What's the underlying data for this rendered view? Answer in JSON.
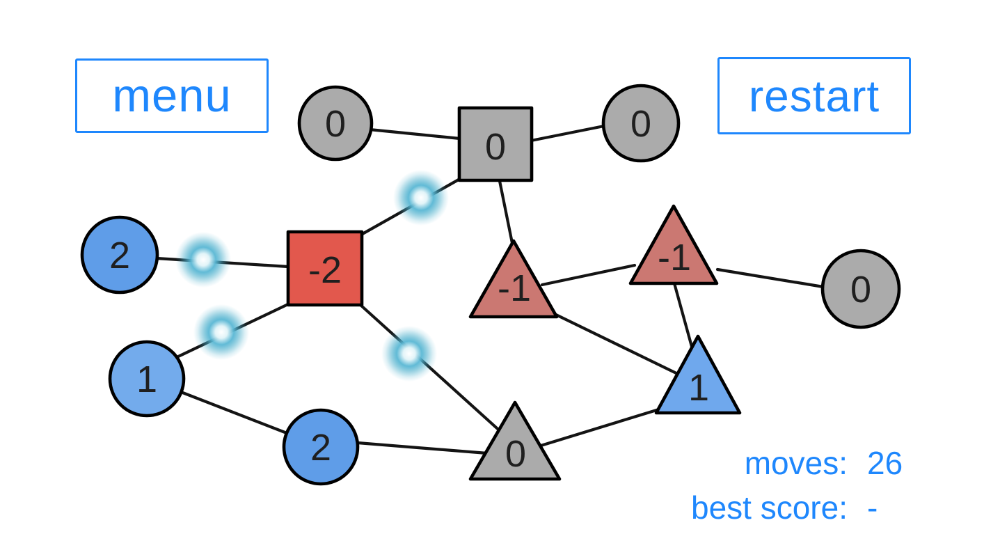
{
  "buttons": {
    "menu_label": "menu",
    "restart_label": "restart"
  },
  "status": {
    "moves_label": "moves:",
    "moves_value": "26",
    "best_score_label": "best score:",
    "best_score_value": "-"
  },
  "colors": {
    "accent": "#1e87fd",
    "node_gray": "#ababab",
    "node_blue_strong": "#5f9de8",
    "node_blue_light": "#73abec",
    "node_blue_triangle": "#6fa8ed",
    "node_red_strong": "#e2584d",
    "node_red_light": "#cb7872",
    "edge": "#141414",
    "glow": "#49aecb"
  },
  "graph": {
    "nodes": [
      {
        "name": "gray-circle-top-left",
        "shape": "circle",
        "value": "0"
      },
      {
        "name": "gray-square-top",
        "shape": "square",
        "value": "0"
      },
      {
        "name": "gray-circle-top-right",
        "shape": "circle",
        "value": "0"
      },
      {
        "name": "blue-circle-left",
        "shape": "circle",
        "value": "2"
      },
      {
        "name": "red-square-center",
        "shape": "square",
        "value": "-2"
      },
      {
        "name": "red-triangle-left",
        "shape": "triangle",
        "value": "-1"
      },
      {
        "name": "red-triangle-right",
        "shape": "triangle",
        "value": "-1"
      },
      {
        "name": "gray-circle-right",
        "shape": "circle",
        "value": "0"
      },
      {
        "name": "blue-circle-mid-left",
        "shape": "circle",
        "value": "1"
      },
      {
        "name": "blue-circle-bottom",
        "shape": "circle",
        "value": "2"
      },
      {
        "name": "gray-triangle-bottom",
        "shape": "triangle",
        "value": "0"
      },
      {
        "name": "blue-triangle-right",
        "shape": "triangle",
        "value": "1"
      }
    ]
  }
}
